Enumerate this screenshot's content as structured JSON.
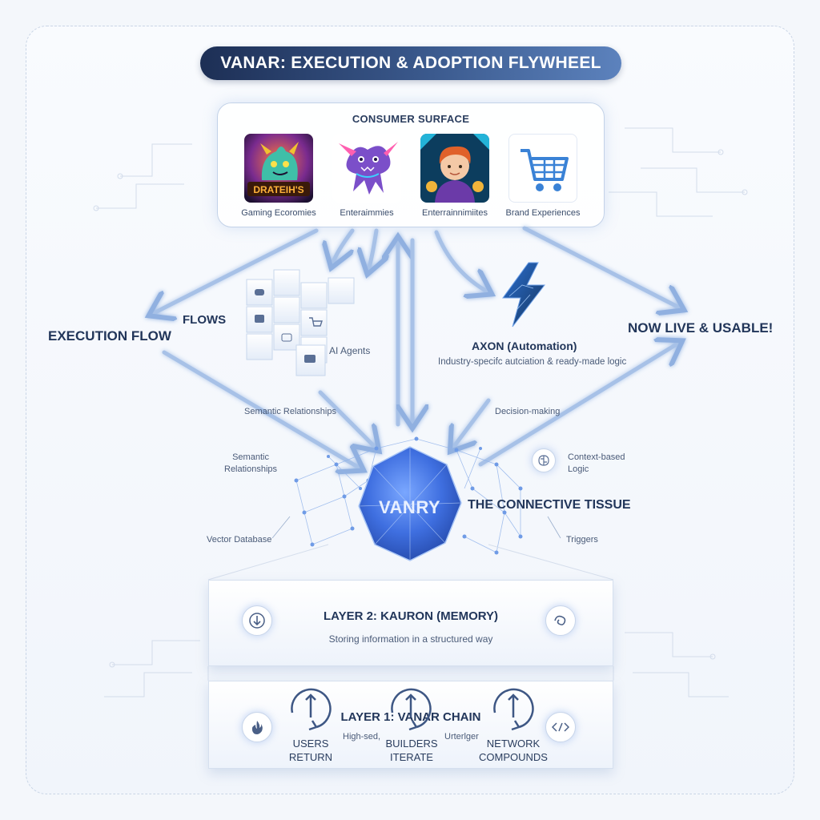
{
  "title": "VANAR: EXECUTION & ADOPTION FLYWHEEL",
  "consumer_surface": {
    "title": "CONSUMER SURFACE",
    "tiles": [
      {
        "label": "Gaming Ecoromies",
        "art_text": "DRATEIH'S"
      },
      {
        "label": "Enteraimmies"
      },
      {
        "label": "Enterrainnimiites"
      },
      {
        "label": "Brand Experiences"
      }
    ]
  },
  "labels": {
    "execution_flow": "EXECUTION FLOW",
    "flows": "FLOWS",
    "ai_agents": "AI Agents",
    "now_live": "NOW LIVE & USABLE!",
    "axon_title": "AXON (Automation)",
    "axon_desc": "Industry-specifc autciation & ready-made logic",
    "semantic_top": "Semantic Relationships",
    "decision": "Decision-making",
    "semantic_left": "Semantic\nRelationships",
    "context_logic": "Context-based\nLogic",
    "vanry": "VANRY",
    "connective_tissue": "THE CONNECTIVE TISSUE",
    "vector_db": "Vector Database",
    "triggers": "Triggers"
  },
  "layer2": {
    "title": "LAYER 2: KAURON (MEMORY)",
    "desc": "Storing information in a structured way"
  },
  "layer1": {
    "title": "LAYER 1: VANAR CHAIN",
    "desc_left": "High-sed,",
    "desc_right": "Urterlger",
    "steps": [
      {
        "line1": "USERS",
        "line2": "RETURN"
      },
      {
        "line1": "BUILDERS",
        "line2": "ITERATE"
      },
      {
        "line1": "NETWORK",
        "line2": "COMPOUNDS"
      }
    ]
  },
  "colors": {
    "title_dark": "#1d2f55",
    "title_light": "#5c82bd",
    "accent_blue": "#4a78d8",
    "arrow_stroke": "#7fa4dc",
    "text_dark": "#22365a"
  }
}
